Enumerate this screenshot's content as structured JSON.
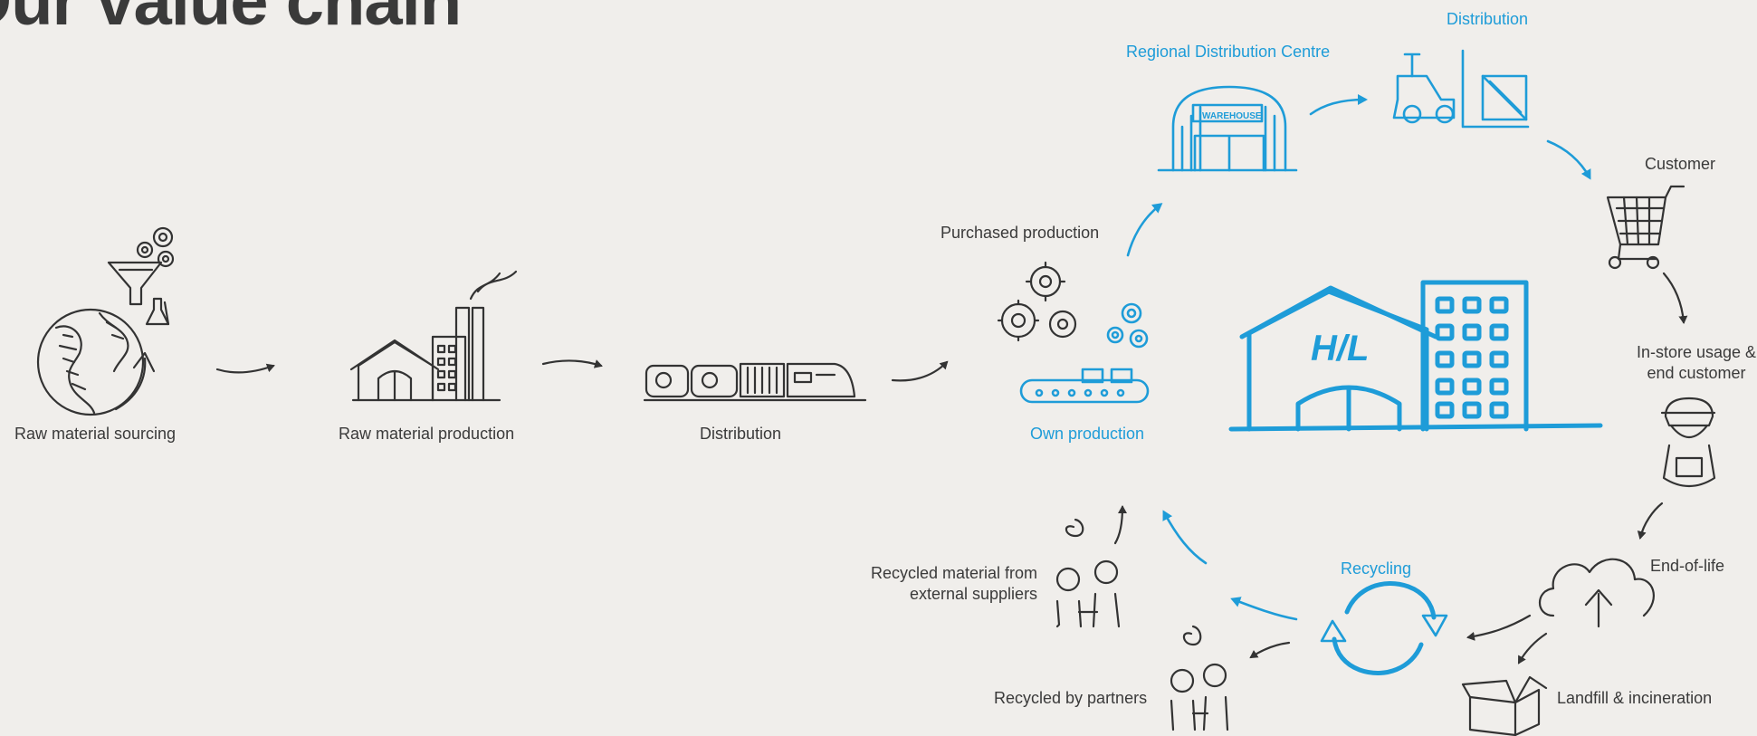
{
  "title": "Our value chain",
  "upstream": {
    "raw_material_sourcing": "Raw material sourcing",
    "raw_material_production": "Raw material production",
    "distribution": "Distribution"
  },
  "production": {
    "purchased": "Purchased production",
    "own": "Own production"
  },
  "downstream": {
    "regional_dc": "Regional Distribution Centre",
    "distribution": "Distribution",
    "customer": "Customer",
    "in_store_line1": "In-store usage &",
    "in_store_line2": "end customer",
    "end_of_life": "End-of-life",
    "landfill": "Landfill & incineration"
  },
  "recycling": {
    "recycling": "Recycling",
    "external_line1": "Recycled material from",
    "external_line2": "external suppliers",
    "partners": "Recycled by partners"
  },
  "warehouse_sign": "WAREHOUSE",
  "logo_text": "H/L",
  "colors": {
    "accent": "#1e9cd8",
    "ink": "#333333",
    "background": "#f0eeeb"
  }
}
